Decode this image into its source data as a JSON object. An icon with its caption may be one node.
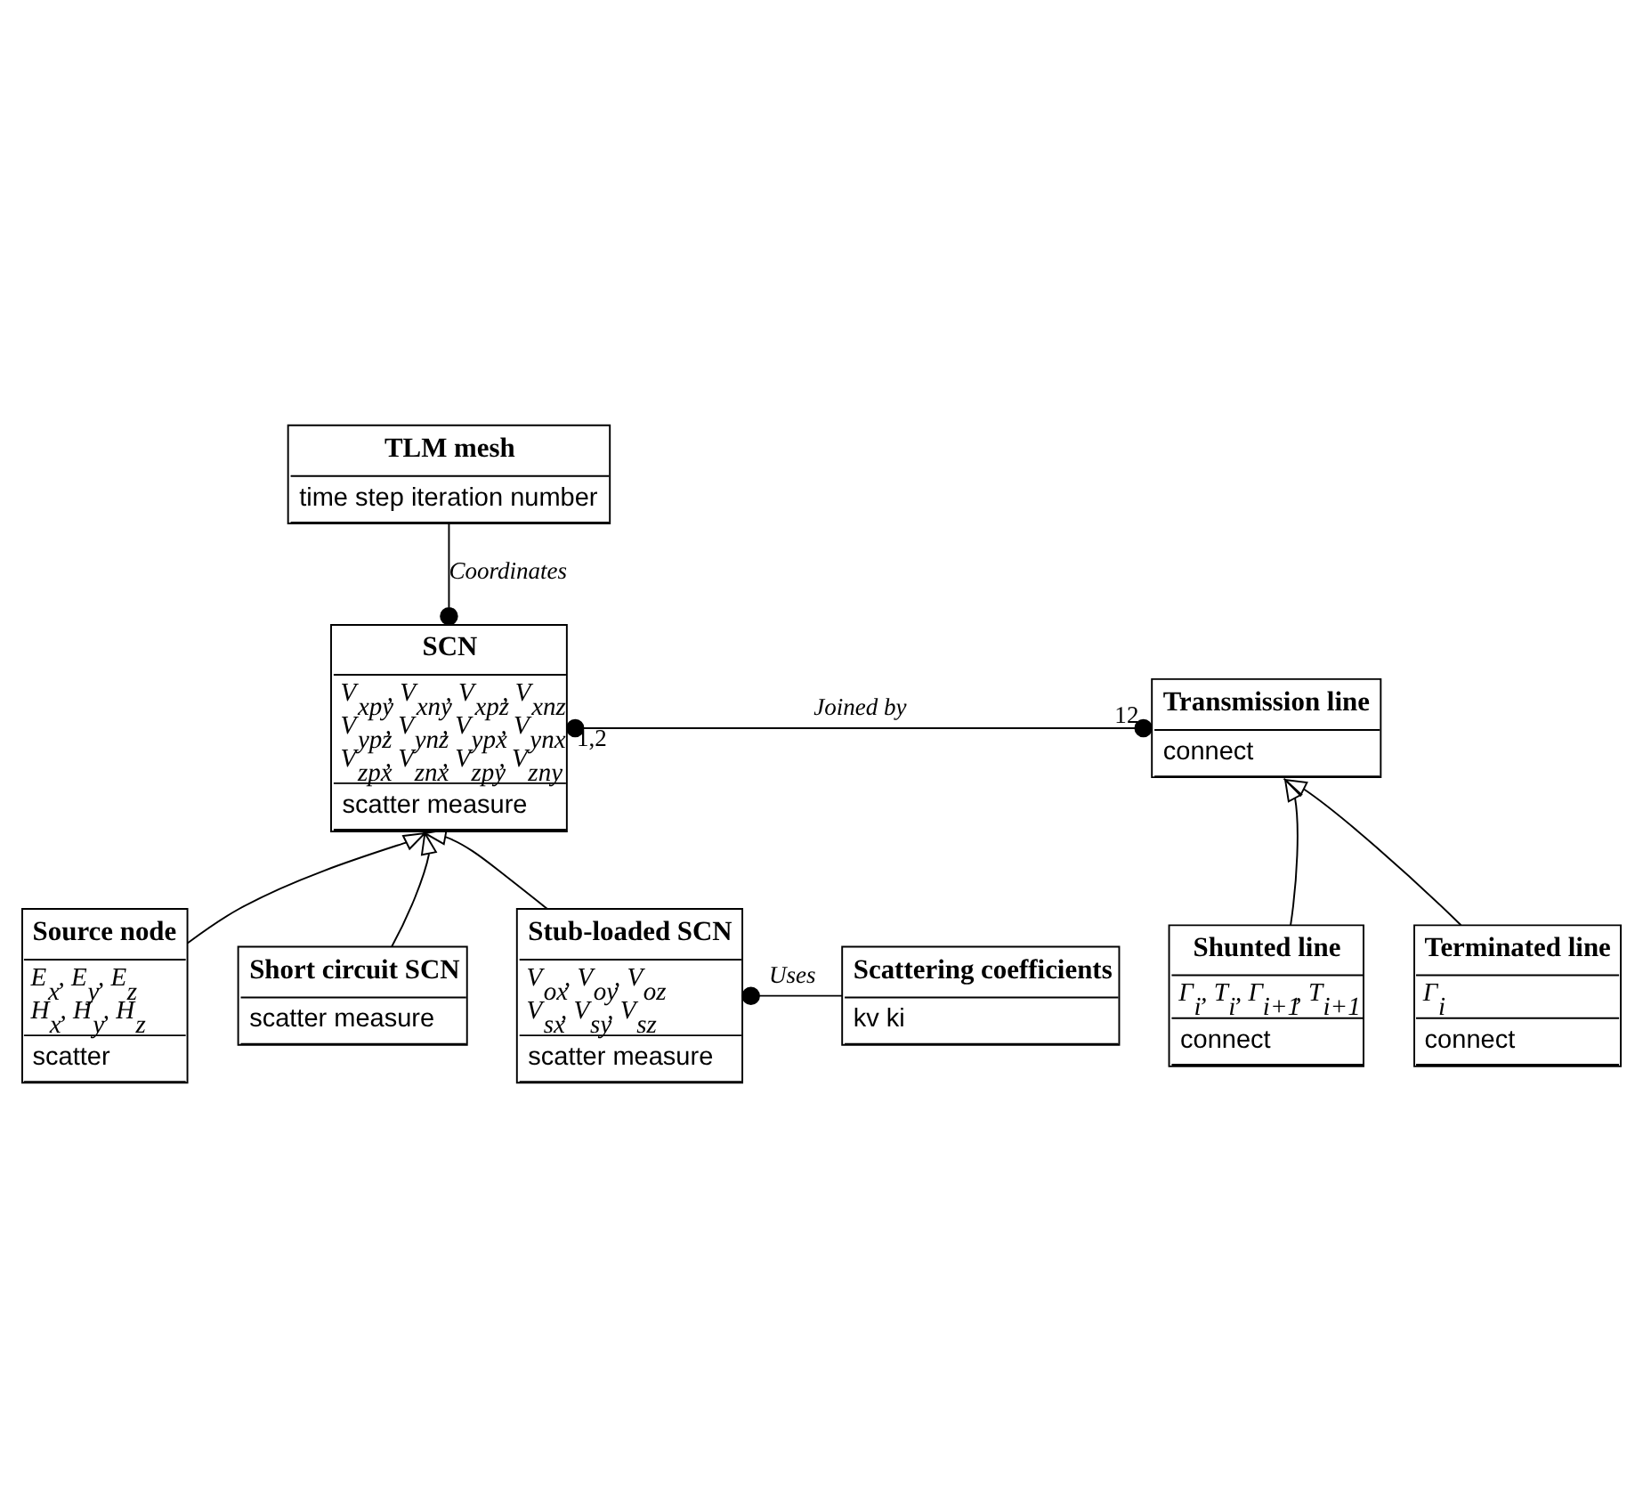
{
  "diagram": {
    "nodes": [
      {
        "text": [
          "TLM mesh",
          "time step iteration number"
        ]
      },
      {
        "text": [
          "SCN",
          "V$_{xpy}$, V$_{xny}$, V$_{xpz}$, V$_{xnz}$ V$_{ypz}$, V$_{ynz}$, V$_{ypx}$, V$_{ynx}$ V$_{zpx}$, V$_{znx}$, V$_{zpy}$, V$_{zny}$",
          "scatter measure"
        ]
      },
      {
        "text": [
          "Transmission line",
          "connect"
        ]
      },
      {
        "text": [
          "Shunted line",
          "Γ$_{i}$, T$_{i}$, Γ$_{i+1}$, T$_{i+1}$",
          "connect"
        ]
      },
      {
        "text": [
          "Terminated line",
          "Γ$_{i}$",
          "connect"
        ]
      },
      {
        "text": [
          "Source node",
          "E$_{x}$, E$_{y}$, E$_{z}$ H$_{x}$, H$_{y}$, H$_{z}$",
          "scatter"
        ]
      },
      {
        "text": [
          "Short circuit SCN",
          "scatter measure"
        ]
      },
      {
        "text": [
          "Stub-loaded SCN",
          "V$_{ox}$, V$_{oy}$, V$_{oz}$ V$_{sx}$, V$_{sy}$, V$_{sz}$",
          "scatter measure"
        ]
      },
      {
        "text": [
          "Scattering coefficients",
          "kv ki"
        ]
      }
    ],
    "edges": [
      {
        "from": 0,
        "to": 1,
        "arrow": "other",
        "label": "Coordinates"
      },
      {
        "from": 1,
        "to": 2,
        "arrow": "other",
        "label": "Joined by"
      },
      {
        "from": 3,
        "to": 2,
        "arrow": "to"
      },
      {
        "from": 4,
        "to": 2,
        "arrow": "to"
      },
      {
        "from": 5,
        "to": 1,
        "arrow": "to"
      },
      {
        "from": 6,
        "to": 1,
        "arrow": "to"
      },
      {
        "from": 7,
        "to": 1,
        "arrow": "to"
      },
      {
        "from": 8,
        "to": 7,
        "arrow": "other",
        "label": "Uses"
      }
    ],
    "labels": [
      "1,2",
      "12"
    ]
  }
}
